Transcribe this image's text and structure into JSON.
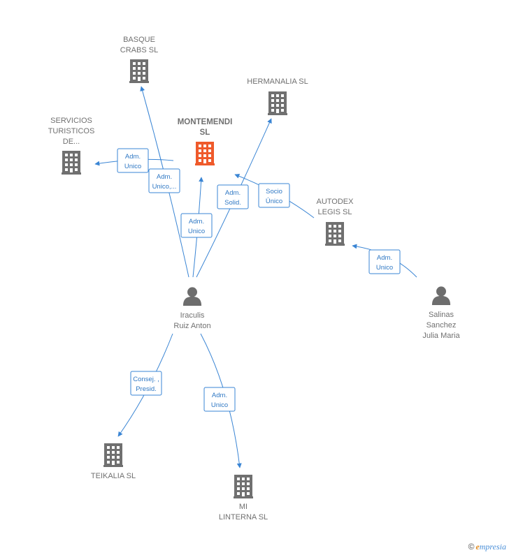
{
  "colors": {
    "edge": "#3a85d4",
    "company": "#707070",
    "main_company": "#ef5a2b",
    "person": "#6d6d6d"
  },
  "companies": [
    {
      "id": "basque",
      "label": [
        "BASQUE",
        "CRABS SL"
      ],
      "icon": "building-icon"
    },
    {
      "id": "hermanalia",
      "label": [
        "HERMANALIA SL"
      ],
      "icon": "building-icon"
    },
    {
      "id": "montemendi",
      "label": [
        "MONTEMENDI",
        "SL"
      ],
      "icon": "building-icon",
      "main": true
    },
    {
      "id": "servicios",
      "label": [
        "SERVICIOS",
        "TURISTICOS",
        "DE..."
      ],
      "icon": "building-icon"
    },
    {
      "id": "autodex",
      "label": [
        "AUTODEX",
        "LEGIS SL"
      ],
      "icon": "building-icon"
    },
    {
      "id": "teikalia",
      "label": [
        "TEIKALIA SL"
      ],
      "icon": "building-icon"
    },
    {
      "id": "milinterna",
      "label": [
        "MI",
        "LINTERNA SL"
      ],
      "icon": "building-icon"
    }
  ],
  "persons": [
    {
      "id": "iraculis",
      "label": [
        "Iraculis",
        "Ruiz Anton"
      ],
      "icon": "person-icon"
    },
    {
      "id": "salinas",
      "label": [
        "Salinas",
        "Sanchez",
        "Julia Maria"
      ],
      "icon": "person-icon"
    }
  ],
  "relations": [
    {
      "from": "iraculis",
      "to": "basque",
      "badge": [
        "Adm.",
        "Unico,..."
      ]
    },
    {
      "from": "iraculis",
      "to": "servicios",
      "badge": [
        "Adm.",
        "Unico"
      ]
    },
    {
      "from": "iraculis",
      "to": "montemendi",
      "badge": [
        "Adm.",
        "Unico"
      ]
    },
    {
      "from": "iraculis",
      "to": "hermanalia",
      "badge": [
        "Adm.",
        "Solid."
      ]
    },
    {
      "from": "autodex",
      "to": "montemendi",
      "badge": [
        "Socio",
        "Único"
      ]
    },
    {
      "from": "salinas",
      "to": "autodex",
      "badge": [
        "Adm.",
        "Unico"
      ]
    },
    {
      "from": "iraculis",
      "to": "teikalia",
      "badge": [
        "Consej. ,",
        "Presid."
      ]
    },
    {
      "from": "iraculis",
      "to": "milinterna",
      "badge": [
        "Adm.",
        "Unico"
      ]
    }
  ],
  "footer": {
    "copyright": "©",
    "brand_initial": "e",
    "brand_rest": "mpresia"
  }
}
